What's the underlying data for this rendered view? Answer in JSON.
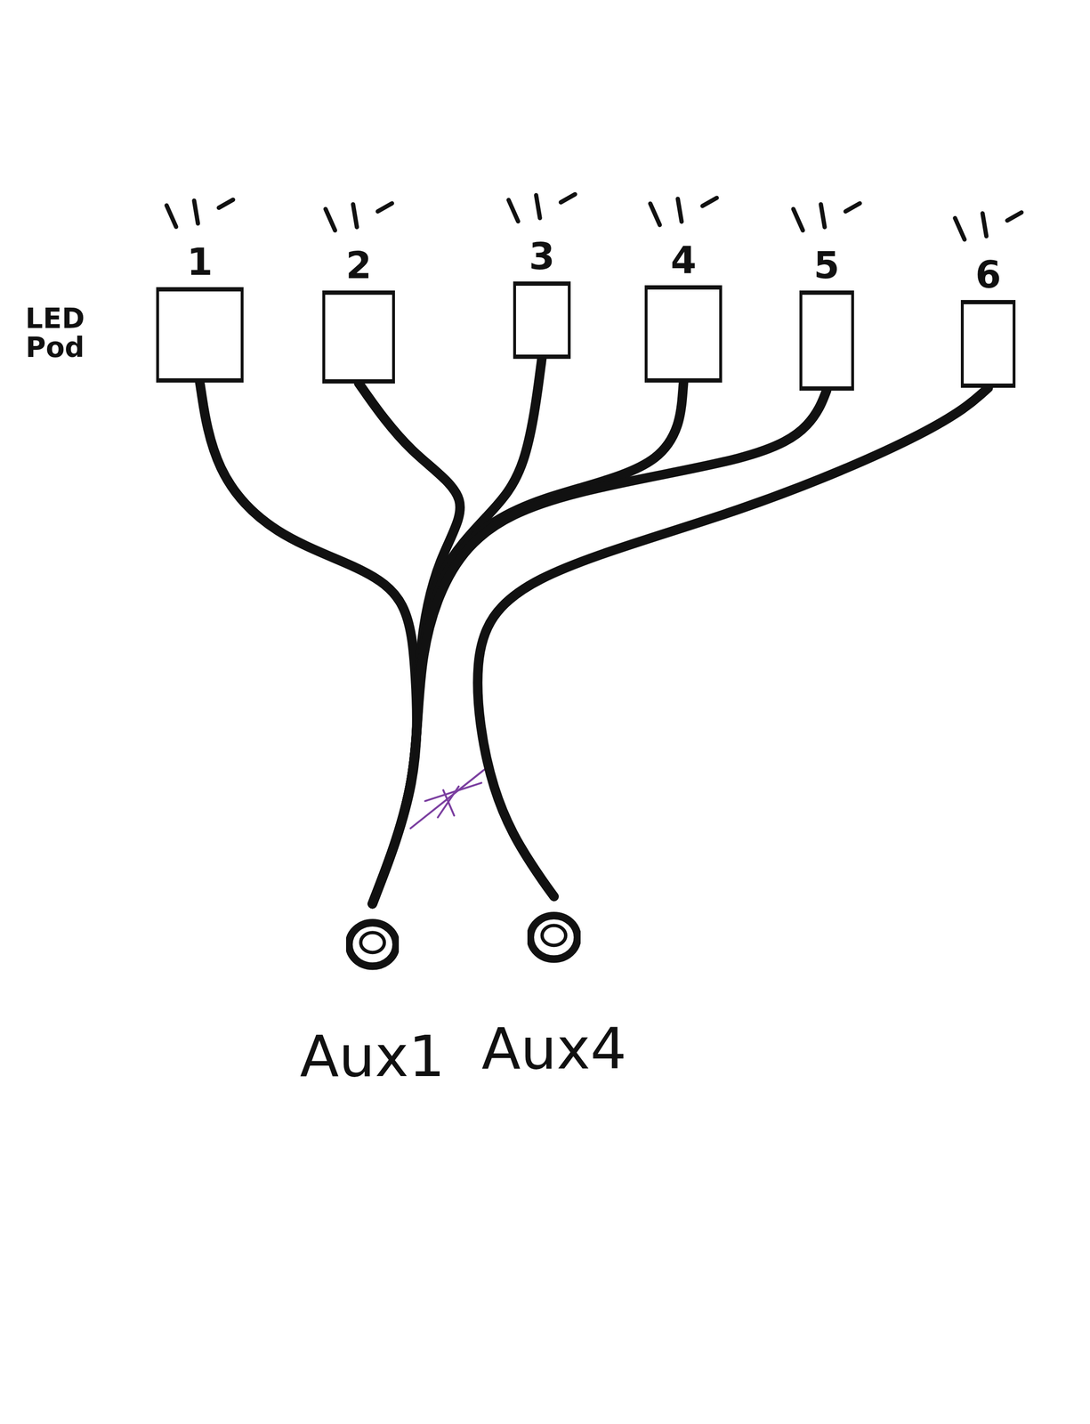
{
  "diagram": {
    "nodes": [
      {
        "text": [
          "1"
        ]
      },
      {
        "text": [
          "2"
        ]
      },
      {
        "text": [
          "3"
        ]
      },
      {
        "text": [
          "4"
        ]
      },
      {
        "text": [
          "5"
        ]
      },
      {
        "text": [
          "6"
        ]
      },
      {
        "text": [
          "Aux1"
        ]
      },
      {
        "text": [
          "Aux4"
        ]
      }
    ],
    "edges": [
      {
        "from": 0,
        "to": 6,
        "arrow": "none"
      },
      {
        "from": 1,
        "to": 6,
        "arrow": "none"
      },
      {
        "from": 2,
        "to": 6,
        "arrow": "none"
      },
      {
        "from": 3,
        "to": 6,
        "arrow": "none"
      },
      {
        "from": 4,
        "to": 6,
        "arrow": "none"
      },
      {
        "from": 5,
        "to": 7,
        "arrow": "none"
      }
    ],
    "labels": [
      "LED Pod"
    ]
  }
}
